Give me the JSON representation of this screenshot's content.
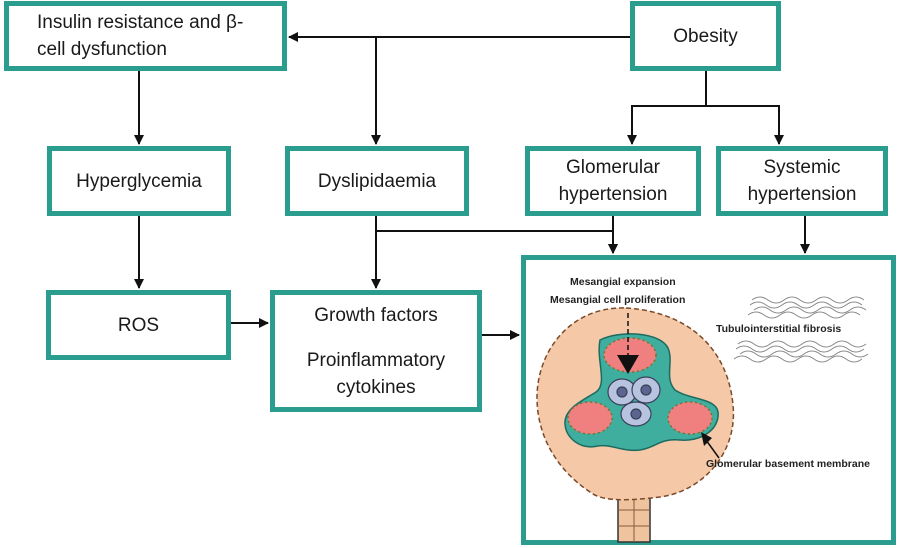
{
  "boxes": {
    "insulin": "Insulin resistance and β-\ncell dysfunction",
    "obesity": "Obesity",
    "hyperglycemia": "Hyperglycemia",
    "dyslipidaemia": "Dyslipidaemia",
    "glomerular": "Glomerular\nhypertension",
    "systemic": "Systemic\nhypertension",
    "ros": "ROS",
    "growth_factors": "Growth factors",
    "cytokines": "Proinflammatory\ncytokines"
  },
  "kidney_labels": {
    "mesangial_expansion": "Mesangial expansion",
    "mesangial_proliferation": "Mesangial cell proliferation",
    "tubulo": "Tubulointerstitial fibrosis",
    "gbm": "Glomerular basement membrane"
  },
  "colors": {
    "box_border": "#2a9d8f",
    "capsule_fill": "#f5c8a8",
    "mesangium": "#3fae9e",
    "capillary": "#f08080",
    "cell": "#b7c3df"
  }
}
